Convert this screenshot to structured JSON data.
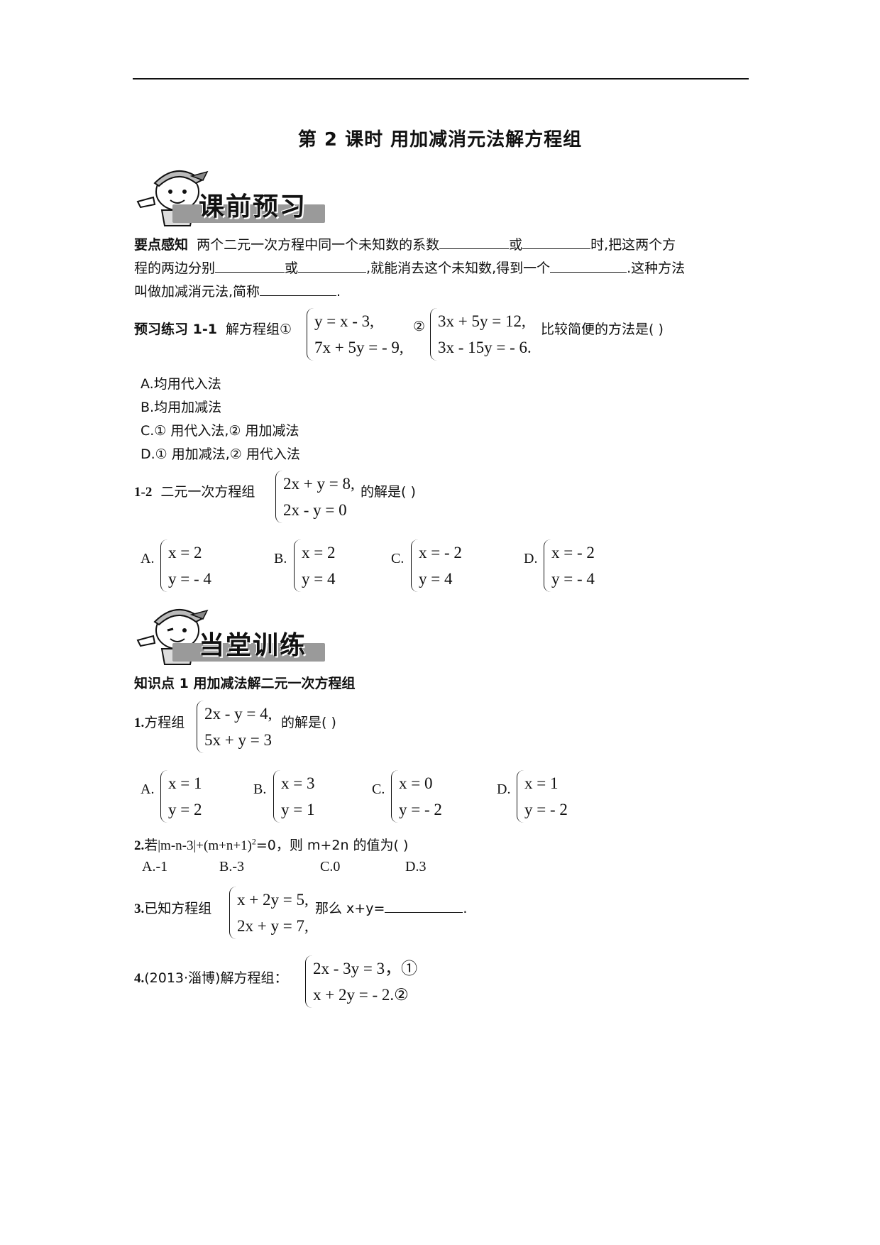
{
  "title": "第 2 课时  用加减消元法解方程组",
  "banner1": {
    "label": "课前预习"
  },
  "banner2": {
    "label": "当堂训练"
  },
  "preview_concept": {
    "label": "要点感知",
    "line1_a": "两个二元一次方程中同一个未知数的系数",
    "line1_b": "或",
    "line1_c": "时,把这两个方",
    "line2_a": "程的两边分别",
    "line2_b": "或",
    "line2_c": ",就能消去这个未知数,得到一个",
    "line2_d": ".这种方法",
    "line3_a": "叫做加减消元法,简称",
    "line3_b": "."
  },
  "ex_1_1": {
    "label": "预习练习 1-1",
    "text_a": "解方程组①",
    "text_b": "②",
    "text_c": "比较简便的方法是(    )",
    "sys1": [
      "y = x - 3,",
      "7x + 5y = - 9,"
    ],
    "sys2": [
      "3x + 5y = 12,",
      "3x - 15y = - 6."
    ],
    "options": [
      "A.均用代入法",
      "B.均用加减法",
      "C.① 用代入法,② 用加减法",
      "D.① 用加减法,② 用代入法"
    ]
  },
  "ex_1_2": {
    "label": "1-2",
    "text_a": "二元一次方程组",
    "text_b": "的解是(    )",
    "sys": [
      "2x + y = 8,",
      "2x - y = 0"
    ],
    "options": [
      {
        "letter": "A.",
        "rows": [
          "x = 2",
          "y = - 4"
        ]
      },
      {
        "letter": "B.",
        "rows": [
          "x = 2",
          "y = 4"
        ]
      },
      {
        "letter": "C.",
        "rows": [
          "x = - 2",
          "y = 4"
        ]
      },
      {
        "letter": "D.",
        "rows": [
          "x = - 2",
          "y = - 4"
        ]
      }
    ]
  },
  "kp1": {
    "label": "知识点 1  用加减法解二元一次方程组"
  },
  "q1": {
    "num": "1.",
    "text_a": "方程组",
    "text_b": "的解是(    )",
    "sys": [
      "2x - y = 4,",
      "5x + y = 3"
    ],
    "options": [
      {
        "letter": "A.",
        "rows": [
          "x = 1",
          "y = 2"
        ]
      },
      {
        "letter": "B.",
        "rows": [
          "x = 3",
          "y = 1"
        ]
      },
      {
        "letter": "C.",
        "rows": [
          "x = 0",
          "y = - 2"
        ]
      },
      {
        "letter": "D.",
        "rows": [
          "x = 1",
          "y = - 2"
        ]
      }
    ]
  },
  "q2": {
    "num": "2.",
    "text_a": "若|m-n-3|+(m+n+1)",
    "sup": "2",
    "text_b": "=0，则 m+2n 的值为(    )",
    "options": [
      "A.-1",
      "B.-3",
      "C.0",
      "D.3"
    ]
  },
  "q3": {
    "num": "3.",
    "text_a": "已知方程组",
    "text_b": "那么 x+y=",
    "text_c": ".",
    "sys": [
      "x + 2y = 5,",
      "2x + y = 7,"
    ]
  },
  "q4": {
    "num": "4.",
    "text_a": "(2013·淄博)解方程组：",
    "sys": [
      "2x - 3y = 3，①",
      "x + 2y = - 2.②"
    ]
  }
}
